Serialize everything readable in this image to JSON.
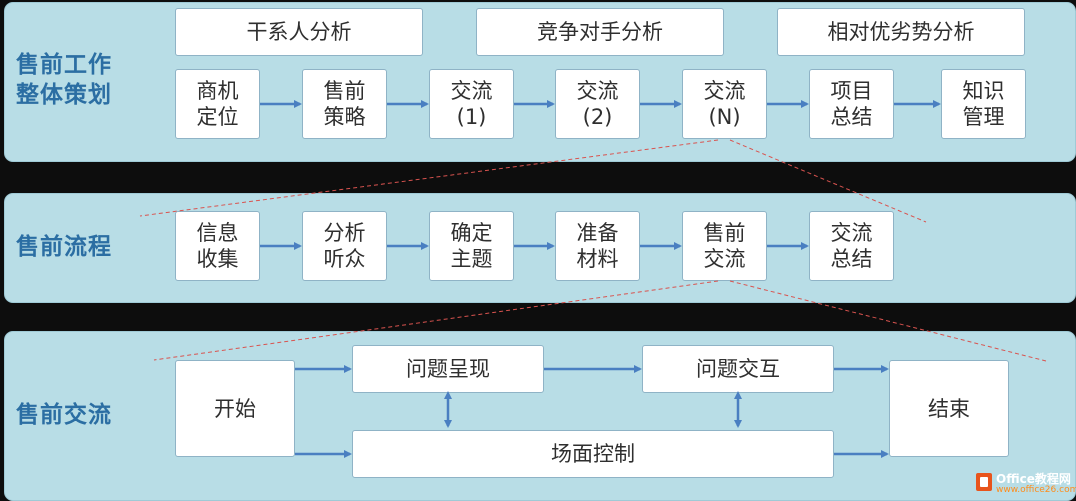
{
  "section1": {
    "title": "售前工作\n整体策划",
    "top_boxes": [
      "干系人分析",
      "竞争对手分析",
      "相对优劣势分析"
    ],
    "steps": [
      "商机\n定位",
      "售前\n策略",
      "交流\n(1)",
      "交流\n(2)",
      "交流\n(N)",
      "项目\n总结",
      "知识\n管理"
    ]
  },
  "section2": {
    "title": "售前流程",
    "steps": [
      "信息\n收集",
      "分析\n听众",
      "确定\n主题",
      "准备\n材料",
      "售前\n交流",
      "交流\n总结"
    ]
  },
  "section3": {
    "title": "售前交流",
    "start": "开始",
    "problem_present": "问题呈现",
    "problem_interact": "问题交互",
    "scene_control": "场面控制",
    "end": "结束"
  },
  "watermark": {
    "brand": "Office教程网",
    "url": "www.office26.com"
  },
  "colors": {
    "band": "#b8dde6",
    "arrow": "#4a7fc1",
    "title": "#2b6ea3",
    "dashed": "#d9534f"
  }
}
